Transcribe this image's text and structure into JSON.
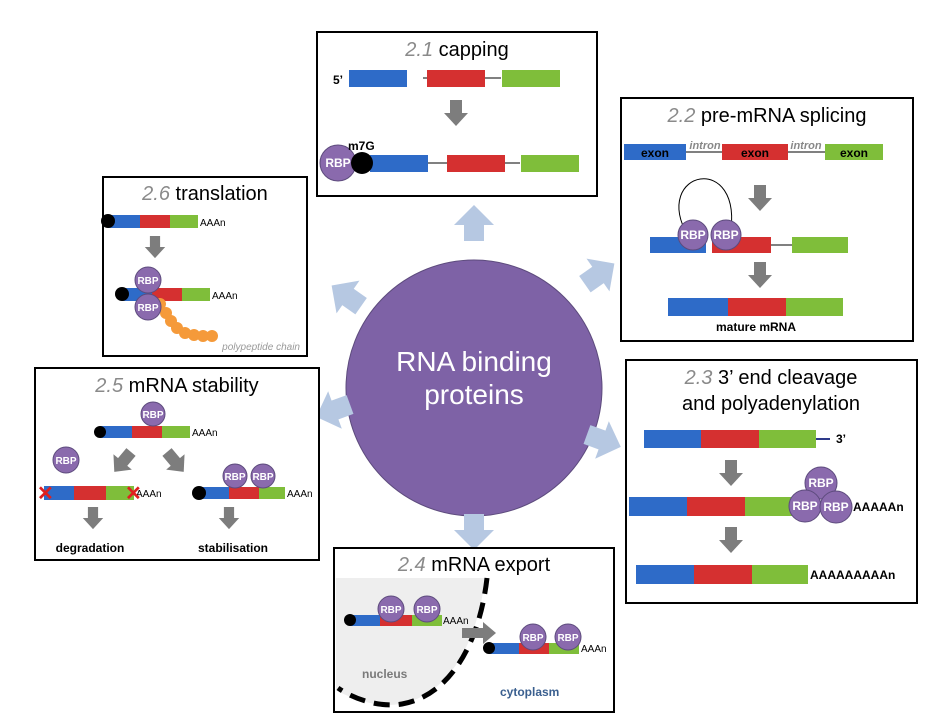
{
  "center": {
    "line1": "RNA binding",
    "line2": "proteins"
  },
  "colors": {
    "center_fill": "#7e62a6",
    "blue": "#2e6bc8",
    "red": "#d53030",
    "green": "#7fbe3a",
    "rbp": "#8a6aad",
    "arrow_gray": "#7d7d7d",
    "outer_arrow": "#b6c8e2",
    "polypeptide": "#f59a3a",
    "nucleus_bg": "#eeeeee",
    "cytoplasm_text": "#3a5f8f"
  },
  "panels": {
    "capping": {
      "num": "2.1",
      "title": "capping",
      "five_prime": "5’",
      "cap": "m7G",
      "rbp": "RBP"
    },
    "splicing": {
      "num": "2.2",
      "title": "pre-mRNA splicing",
      "exon": "exon",
      "intron": "intron",
      "rbp": "RBP",
      "mature": "mature mRNA"
    },
    "cleavage": {
      "num": "2.3",
      "title_line1": "3’ end cleavage",
      "title_line2": "and polyadenylation",
      "three_prime": "3’",
      "polya_short": "AAAAAn",
      "polya_long": "AAAAAAAAAn",
      "rbp": "RBP"
    },
    "export": {
      "num": "2.4",
      "title": "mRNA export",
      "polya": "AAAn",
      "rbp": "RBP",
      "nucleus": "nucleus",
      "cytoplasm": "cytoplasm"
    },
    "stability": {
      "num": "2.5",
      "title": "mRNA stability",
      "polya": "AAAn",
      "rbp": "RBP",
      "degradation": "degradation",
      "stabilisation": "stabilisation"
    },
    "translation": {
      "num": "2.6",
      "title": "translation",
      "polya": "AAAn",
      "rbp": "RBP",
      "chain": "polypeptide chain"
    }
  }
}
